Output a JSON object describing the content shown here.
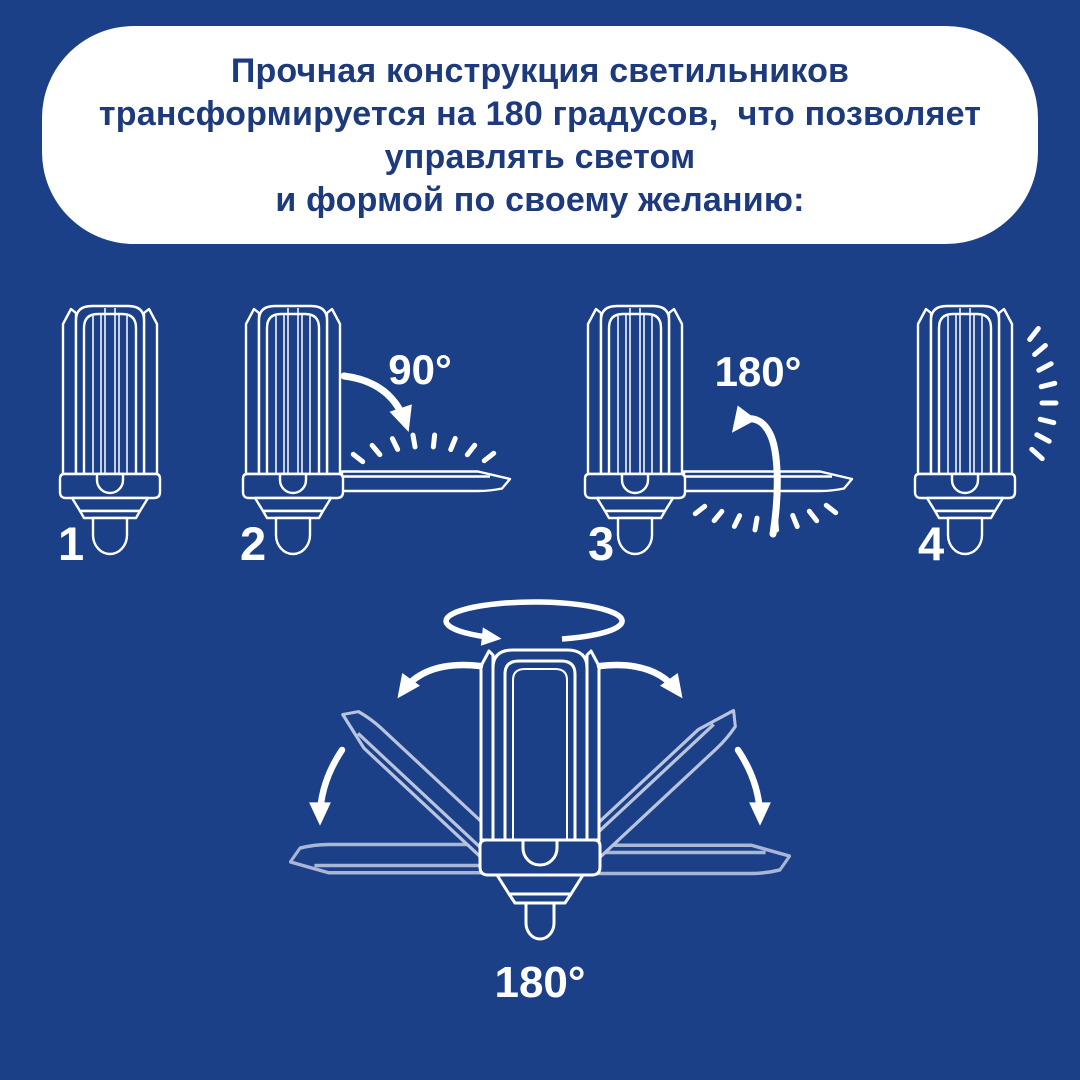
{
  "colors": {
    "background": "#1b4087",
    "card_background": "#ffffff",
    "heading_text": "#1c3a7c",
    "line_art": "#ffffff",
    "dim_panel": "#a9b6d6"
  },
  "header": {
    "line1": "Прочная конструкция светильников",
    "line2": "трансформируется на 180 градусов,  что позволяет",
    "line3": "управлять светом",
    "line4": "и формой по своему желанию:"
  },
  "figures": [
    {
      "number": "1"
    },
    {
      "number": "2",
      "angle": "90°"
    },
    {
      "number": "3",
      "angle": "180°"
    },
    {
      "number": "4"
    }
  ],
  "bottom": {
    "angle": "180°"
  }
}
